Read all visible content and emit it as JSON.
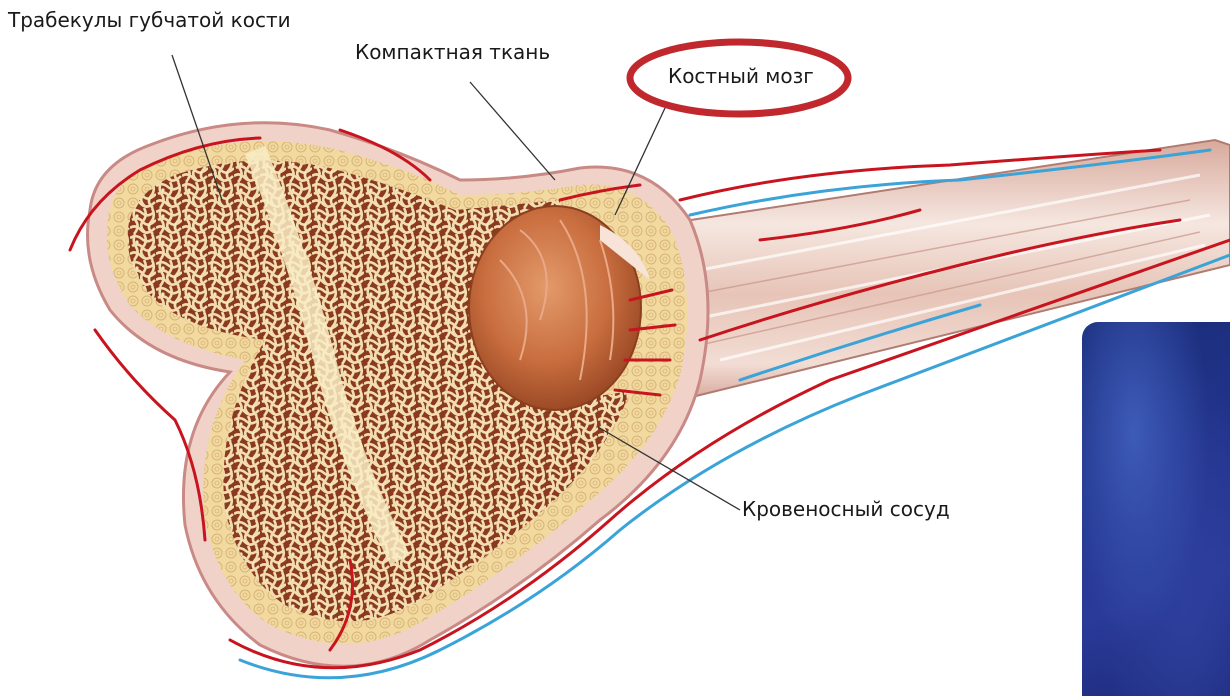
{
  "labels": {
    "trabeculae": "Трабекулы губчатой кости",
    "compact": "Компактная ткань",
    "marrow": "Костный мозг",
    "vessel": "Кровеносный сосуд"
  },
  "colors": {
    "highlight_ellipse": "#c0282d",
    "bone_outline": "#c98a86",
    "bone_shaft": "#e9c9c0",
    "bone_shaft_light": "#f7ece6",
    "cortical_yellow": "#f5e6b0",
    "spongy_dark": "#8a3b1f",
    "spongy_light": "#f6e4b0",
    "marrow": "#c96e3f",
    "artery": "#c8141e",
    "vein": "#3aa3d8",
    "panel": "#22348c"
  }
}
